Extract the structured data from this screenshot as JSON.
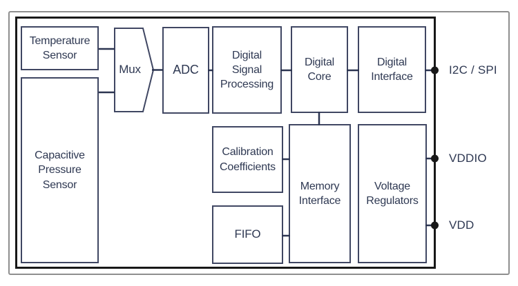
{
  "diagram": {
    "type": "block-diagram",
    "blocks": {
      "temperature_sensor": {
        "label": "Temperature\nSensor"
      },
      "capacitive_pressure_sensor": {
        "label": "Capacitive\nPressure\nSensor"
      },
      "mux": {
        "label": "Mux"
      },
      "adc": {
        "label": "ADC"
      },
      "digital_signal_processing": {
        "label": "Digital\nSignal\nProcessing"
      },
      "digital_core": {
        "label": "Digital\nCore"
      },
      "digital_interface": {
        "label": "Digital\nInterface"
      },
      "calibration_coefficients": {
        "label": "Calibration\nCoefficients"
      },
      "fifo": {
        "label": "FIFO"
      },
      "memory_interface": {
        "label": "Memory\nInterface"
      },
      "voltage_regulators": {
        "label": "Voltage\nRegulators"
      }
    },
    "pins": {
      "i2c_spi": {
        "label": "I2C / SPI"
      },
      "vddio": {
        "label": "VDDIO"
      },
      "vdd": {
        "label": "VDD"
      }
    },
    "connections": [
      "temperature_sensor -> mux",
      "capacitive_pressure_sensor -> mux",
      "mux -> adc",
      "adc -> digital_signal_processing",
      "digital_signal_processing -> digital_core",
      "digital_core -> digital_interface",
      "digital_interface -> i2c_spi",
      "digital_core -> memory_interface",
      "calibration_coefficients -> memory_interface",
      "fifo -> memory_interface",
      "voltage_regulators -> vddio",
      "voltage_regulators -> vdd"
    ],
    "colors": {
      "block_border": "#3f4662",
      "text": "#2e3852",
      "connector": "#2b3450",
      "frame_inner": "#181818",
      "frame_outer": "#8e8e8e",
      "background": "#ffffff"
    }
  }
}
